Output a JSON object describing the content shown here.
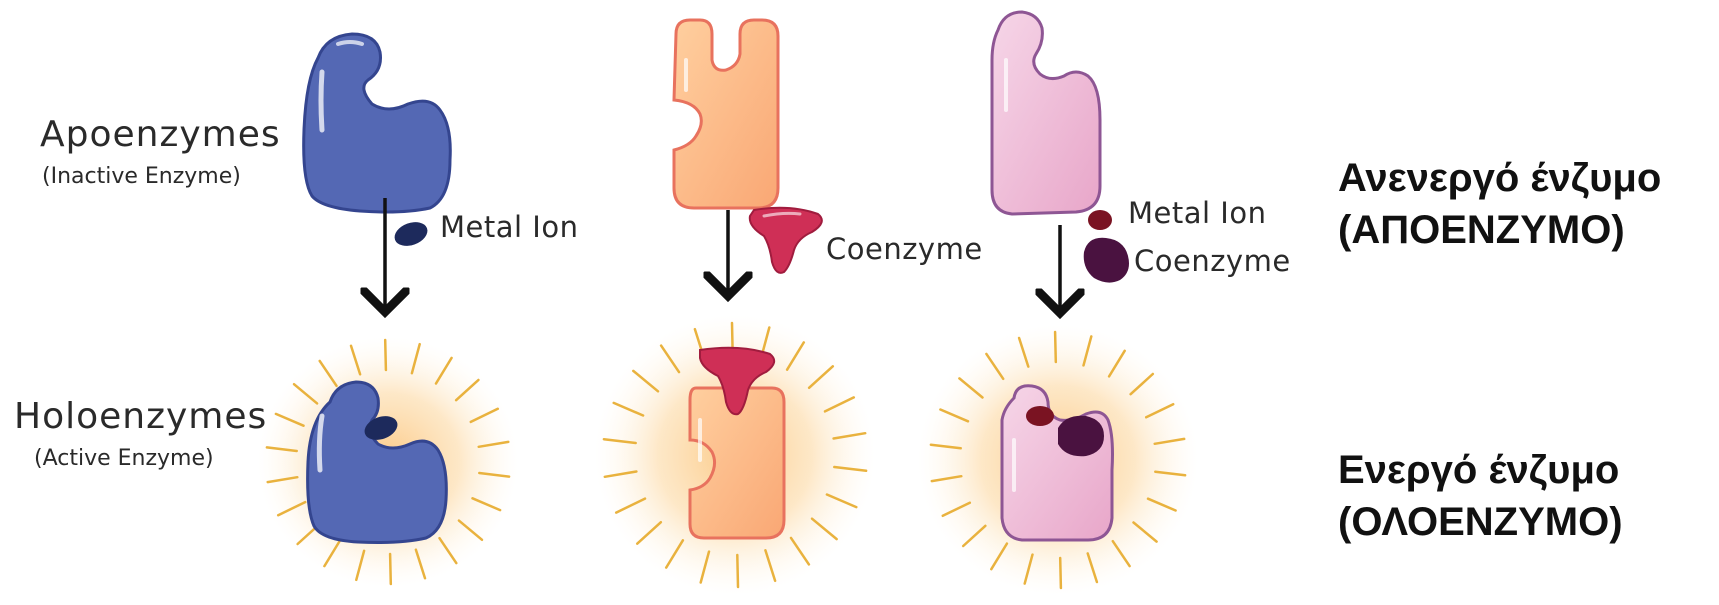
{
  "labels": {
    "apo_title": "Apoenzymes",
    "apo_sub": "(Inactive Enzyme)",
    "holo_title": "Holoenzymes",
    "holo_sub": "(Active Enzyme)",
    "col1_cofactor": "Metal Ion",
    "col2_cofactor": "Coenzyme",
    "col3_cofactor_1": "Metal Ion",
    "col3_cofactor_2": "Coenzyme"
  },
  "greek": {
    "inactive_line1": "Ανενεργό ένζυμο",
    "inactive_line2": "(ΑΠΟΕΝΖΥΜΟ)",
    "active_line1": "Ενεργό ένζυμο",
    "active_line2": "(ΟΛΟΕΝΖΥΜΟ)"
  },
  "colors": {
    "blue_enzyme": "#5468b4",
    "blue_outline": "#34458f",
    "metal_ion_navy": "#1d2a5c",
    "orange_enzyme": "#fbb98a",
    "orange_outline": "#e8725e",
    "coenzyme_crimson": "#cf2f56",
    "pink_enzyme": "#efbfd8",
    "pink_outline": "#8e5694",
    "metal_ion_darkred": "#7a1322",
    "coenzyme_plum": "#4a1240",
    "glow": "#fbc77a",
    "rays": "#e9b23e"
  }
}
